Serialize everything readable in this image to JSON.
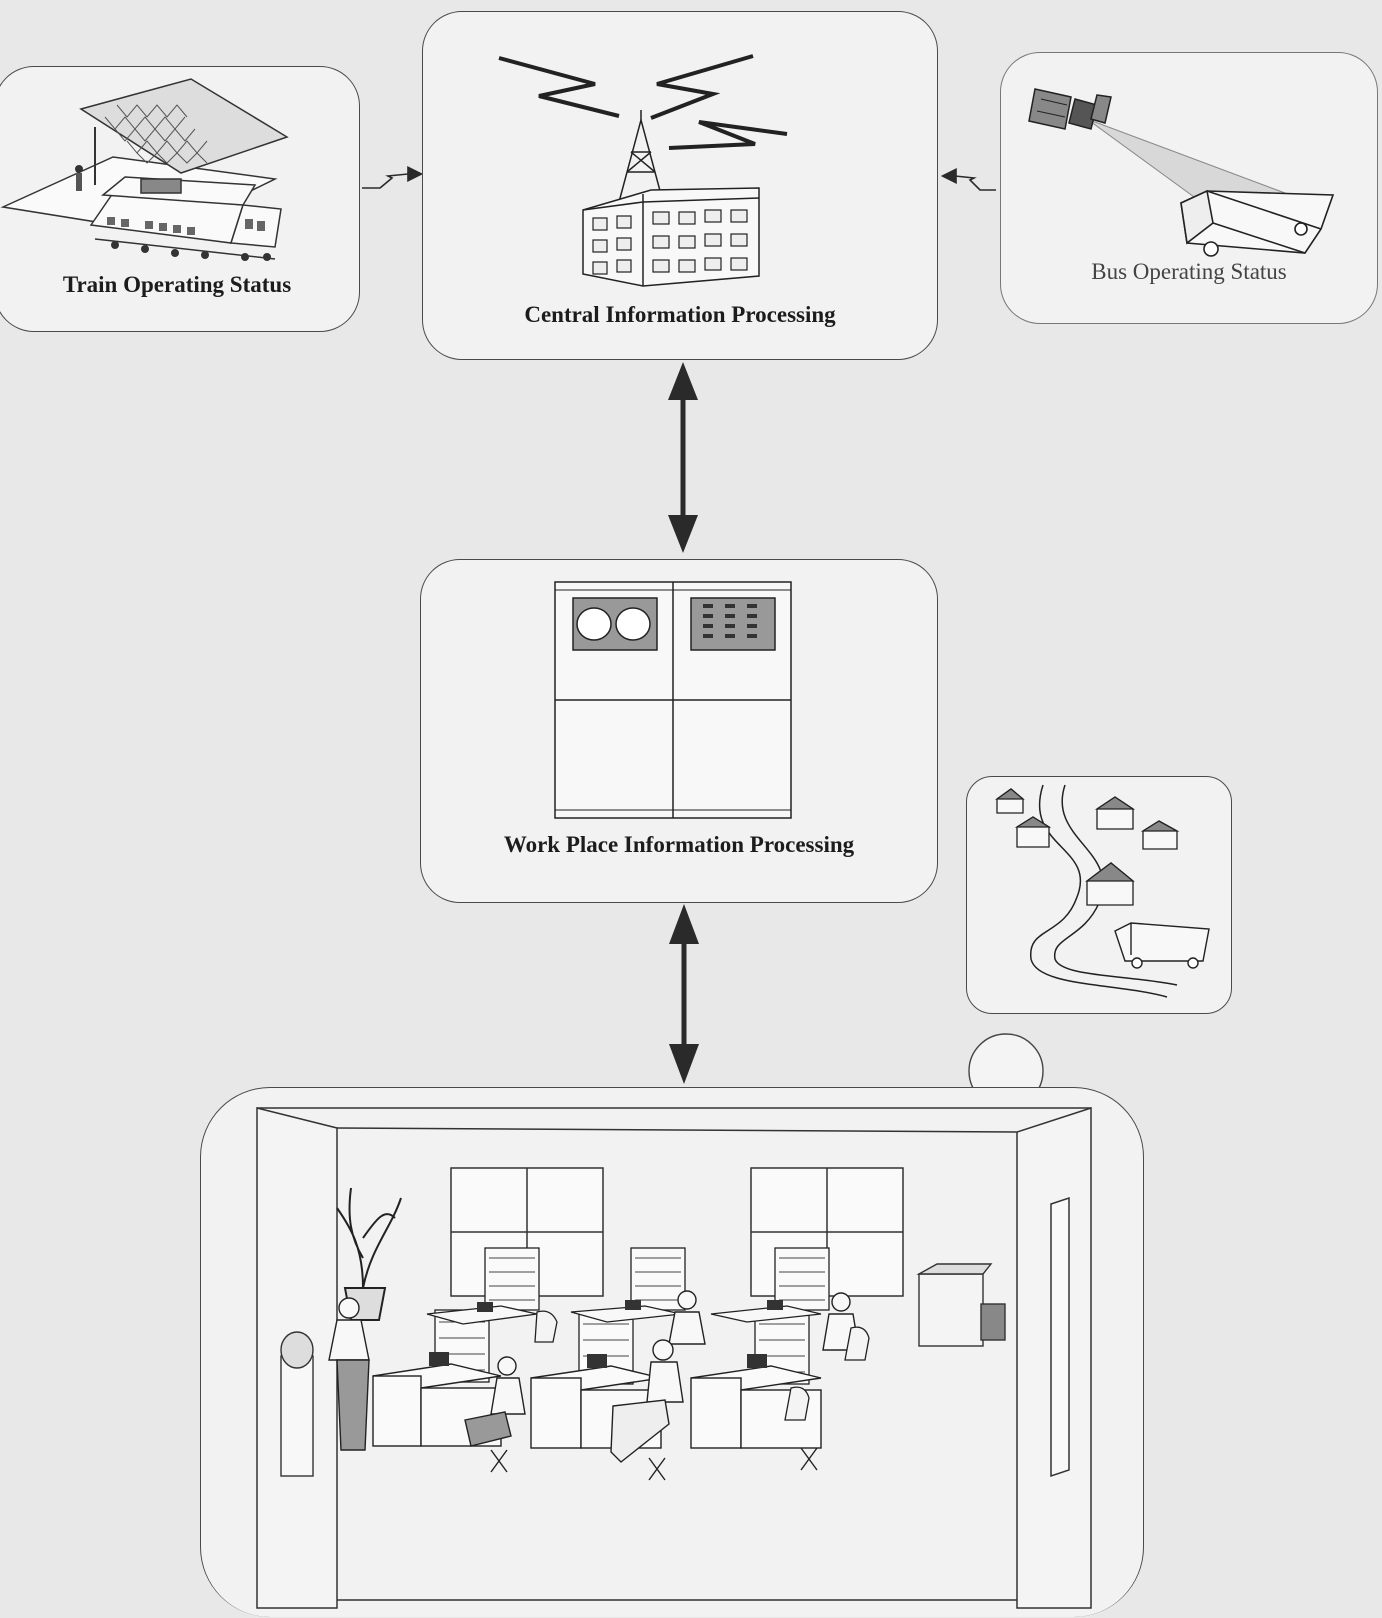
{
  "nodes": {
    "train": {
      "label": "Train Operating Status"
    },
    "central": {
      "label": "Central Information Processing"
    },
    "bus": {
      "label": "Bus Operating Status"
    },
    "workplace": {
      "label": "Work Place Information Processing"
    }
  },
  "colors": {
    "background": "#e8e8e8",
    "box_fill": "#f2f2f2",
    "line": "#333333",
    "arrow": "#2a2a2a",
    "hatch": "#888888"
  },
  "icons": {
    "train": "train-station-icon",
    "central": "radio-tower-building-icon",
    "bus": "satellite-bus-icon",
    "workplace": "display-wall-icon",
    "map": "neighborhood-map-icon",
    "office": "office-scene-icon"
  }
}
